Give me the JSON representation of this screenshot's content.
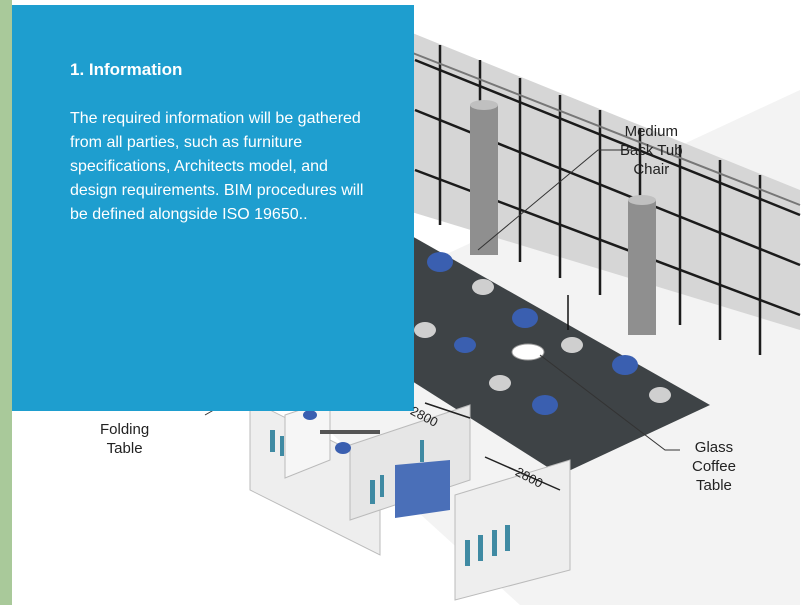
{
  "info": {
    "title": "1. Information",
    "body": "The required information will be gathered from all parties, such as furniture specifications, Architects model, and design requirements. BIM procedures will be defined alongside ISO 19650.."
  },
  "labels": {
    "chair": "Medium\nBack Tub\nChair",
    "folding_table": "Folding\nTable",
    "coffee_table": "Glass\nCoffee\nTable"
  },
  "dimensions": [
    "2800",
    "2800"
  ],
  "colors": {
    "strip": "#a9c99a",
    "card": "#1e9ecf",
    "rug": "#3e4346",
    "chair_blue": "#3a5fb0",
    "shelf": "#eeeeee",
    "book": "#3f8aa3"
  }
}
